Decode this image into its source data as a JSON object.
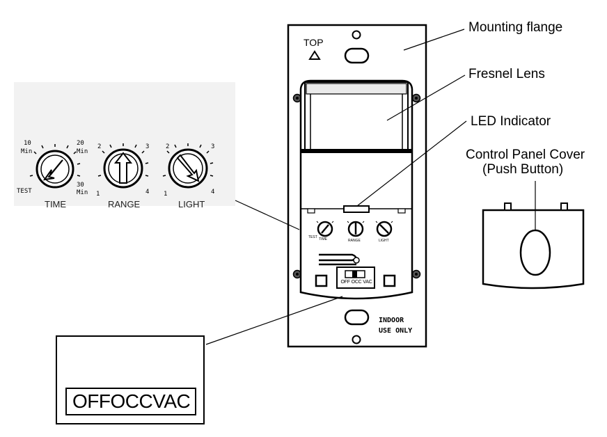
{
  "callouts": {
    "mounting_flange": "Mounting flange",
    "fresnel_lens": "Fresnel Lens",
    "led_indicator": "LED Indicator",
    "control_panel_cover_line1": "Control Panel Cover",
    "control_panel_cover_line2": "(Push Button)"
  },
  "device": {
    "top_label": "TOP",
    "indoor_line1": "INDOOR",
    "indoor_line2": "USE ONLY",
    "switch_positions": "OFF OCC VAC"
  },
  "dials": {
    "time": {
      "label": "TIME",
      "ticks": {
        "t10": "10",
        "min_left": "Min",
        "t20": "20",
        "min_right": "Min",
        "test": "TEST",
        "t30": "30",
        "min_bottom": "Min"
      }
    },
    "range": {
      "label": "RANGE",
      "ticks": {
        "t2": "2",
        "t3": "3",
        "t1": "1",
        "t4": "4"
      }
    },
    "light": {
      "label": "LIGHT",
      "ticks": {
        "t2": "2",
        "t3": "3",
        "t1": "1",
        "t4": "4"
      }
    }
  },
  "switch_zoom": {
    "off": "OFF",
    "occ": "OCC",
    "vac": "VAC"
  }
}
